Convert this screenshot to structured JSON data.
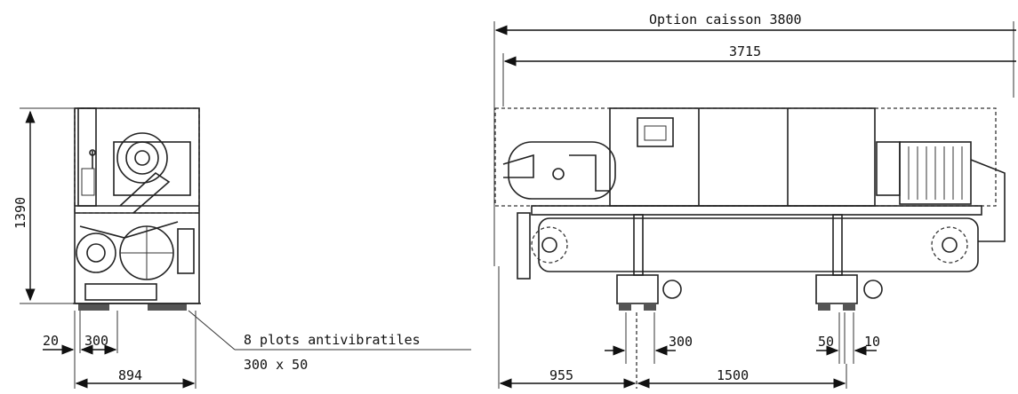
{
  "front_view": {
    "height_dim": "1390",
    "offset_dim": "20",
    "pad_width_dim": "300",
    "total_width_dim": "894"
  },
  "note": {
    "line1": "8 plots   antivibratiles",
    "line2": "300 x 50"
  },
  "side_view": {
    "option_length_dim": "Option caisson 3800",
    "length_dim": "3715",
    "foot_width_dim": "300",
    "offset_50_dim": "50",
    "offset_10_dim": "10",
    "first_foot_dim": "955",
    "foot_spacing_dim": "1500"
  }
}
